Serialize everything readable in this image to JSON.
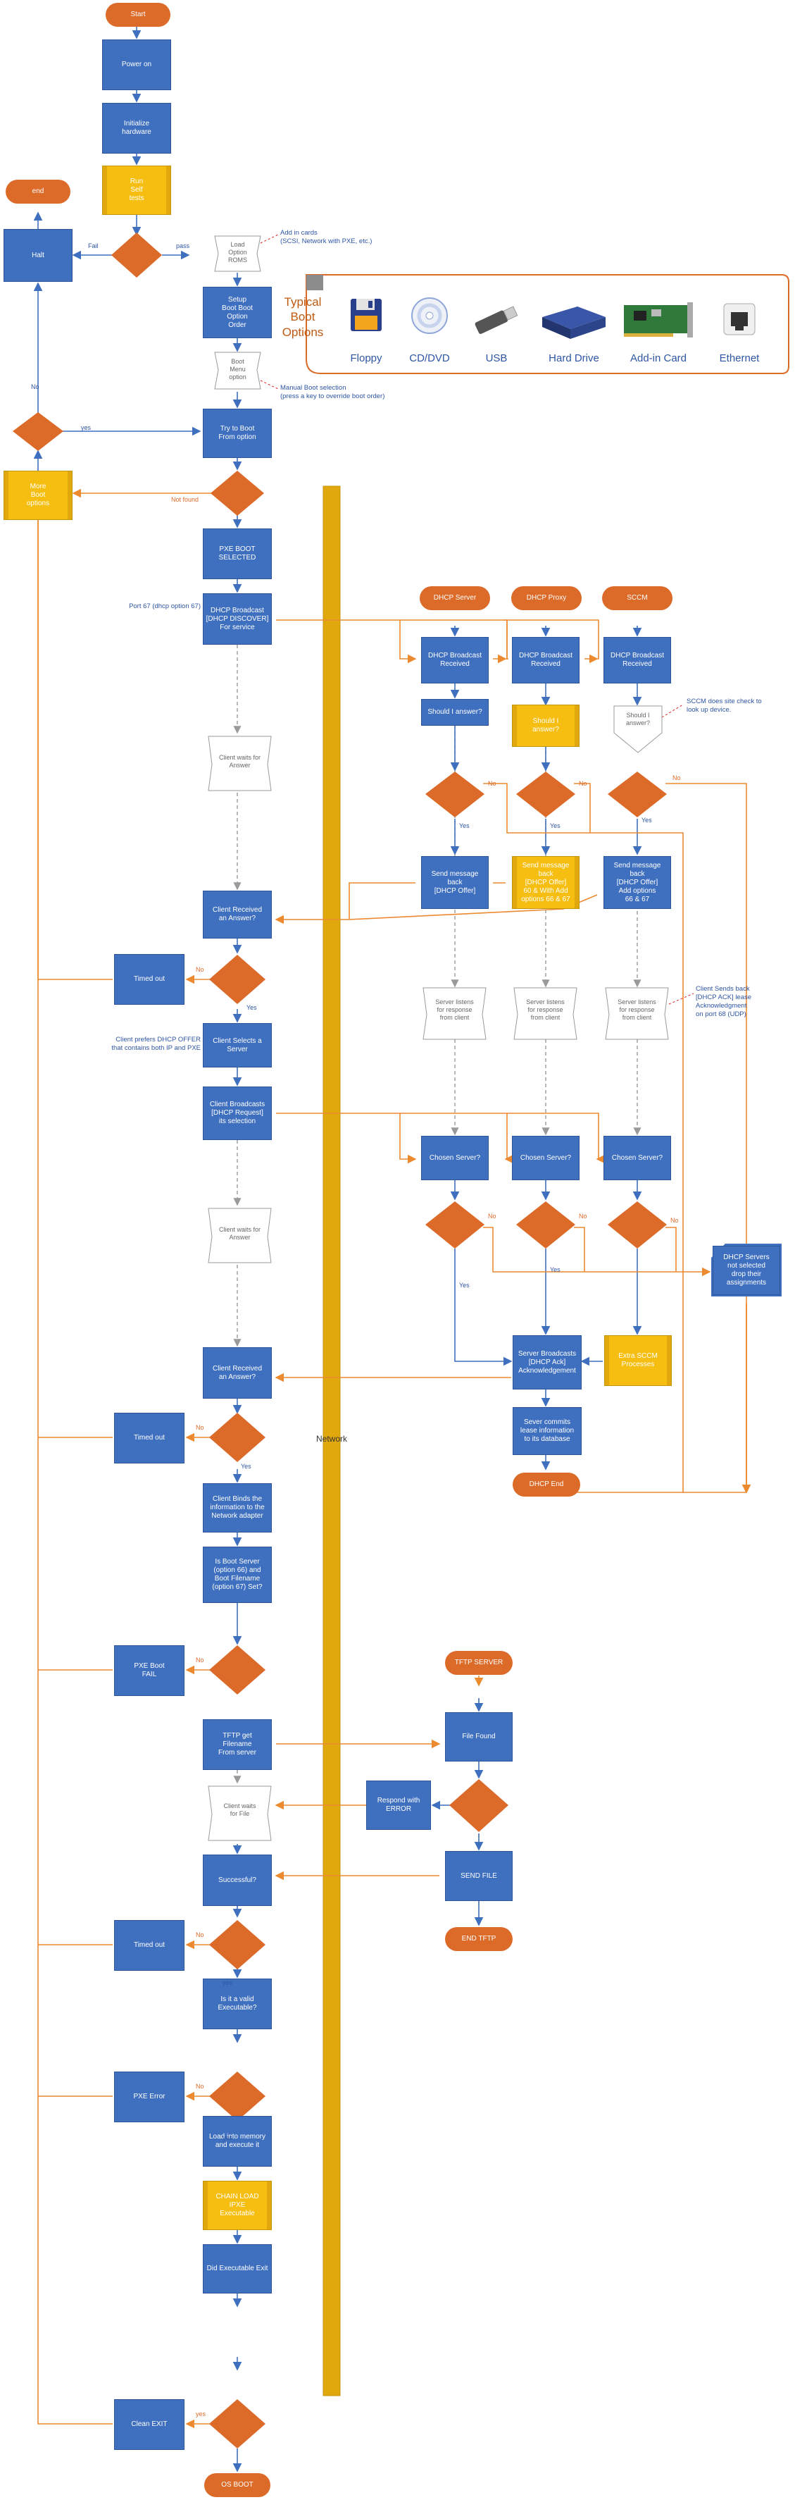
{
  "colors": {
    "blue": "#3f6fbf",
    "orange": "#dc6a28",
    "gold": "#f6be10",
    "line_blue": "#3f6fbf",
    "line_orange": "#ec8a30",
    "dash": "#9a9a9a"
  },
  "terms": {
    "start": "Start",
    "end": "end",
    "dhcp_end": "DHCP End",
    "end_tftp": "END TFTP",
    "os_boot": "OS BOOT",
    "dhcp_server": "DHCP Server",
    "dhcp_proxy": "DHCP Proxy",
    "sccm": "SCCM",
    "tftp_server": "TFTP SERVER"
  },
  "steps": {
    "power_on": "Power on",
    "init_hw": "Initialize\nhardware",
    "run_self_tests": "Run\nSelf\ntests",
    "halt": "Halt",
    "setup_boot": "Setup\nBoot Boot\nOption\nOrder",
    "try_boot": "Try to Boot\nFrom option",
    "more_boot": "More\nBoot\noptions",
    "pxe_selected": "PXE BOOT\nSELECTED",
    "dhcp_discover": "DHCP Broadcast\n[DHCP DISCOVER]\nFor service",
    "client_rcv1": "Client Received\nan Answer?",
    "timed_out1": "Timed out",
    "client_selects": "Client Selects a\nServer",
    "client_broadcasts": "Client Broadcasts\n[DHCP Request]\nits selection",
    "client_rcv2": "Client Received\nan Answer?",
    "timed_out2": "Timed out",
    "client_binds": "Client Binds the\ninformation to the\nNetwork adapter",
    "is_boot_server": "Is Boot Server\n(option 66) and\nBoot Filename\n(option 67) Set?",
    "pxe_boot_fail": "PXE Boot\nFAIL",
    "tftp_get": "TFTP get\nFilename\nFrom server",
    "successful": "Successful?",
    "timed_out3": "Timed out",
    "is_valid_exec": "Is it a valid\nExecutable?",
    "pxe_error": "PXE Error",
    "load_exec": "Load into memory\nand execute it",
    "chain_load": "CHAIN LOAD\nIPXE\nExecutable",
    "did_exec_exit": "Did Executable Exit",
    "clean_exit": "Clean EXIT",
    "srv_bcast_rcv": "DHCP Broadcast\nReceived",
    "prx_bcast_rcv": "DHCP Broadcast\nReceived",
    "sccm_bcast_rcv": "DHCP Broadcast\nReceived",
    "should_answer_srv": "Should I answer?",
    "should_answer_prx": "Should I\nanswer?",
    "send_offer_srv": "Send message back\n[DHCP Offer]",
    "send_offer_prx": "Send message back\n[DHCP Offer]\n60 & With Add\noptions 66 & 67",
    "send_offer_sccm": "Send message back\n[DHCP Offer]\nAdd options\n66 & 67",
    "chosen1": "Chosen Server?",
    "chosen2": "Chosen Server?",
    "chosen3": "Chosen Server?",
    "server_ack": "Server Broadcasts\n[DHCP Ack]\nAcknowledgement",
    "extra_sccm": "Extra SCCM\nProcesses",
    "server_commits": "Sever commits\nlease information\nto its database",
    "file_found": "File Found",
    "respond_error": "Respond with\nERROR",
    "send_file": "SEND FILE",
    "not_selected": "DHCP Servers\nnot selected\ndrop their\nassignments"
  },
  "docs": {
    "load_option": "Load\nOption\nROMS",
    "boot_menu": "Boot\nMenu\noption",
    "client_waits1": "Client waits for\nAnswer",
    "client_waits2": "Client waits for\nAnswer",
    "client_waits_file": "Client waits\nfor File",
    "srv_listens1": "Server listens\nfor response\nfrom client",
    "srv_listens2": "Server listens\nfor response\nfrom client",
    "srv_listens3": "Server listens\nfor response\nfrom client",
    "should_i_answer_sccm": "Should I\nanswer?"
  },
  "notes": {
    "add_in_cards": "Add in cards\n(SCSI, Network with PXE, etc.)",
    "manual_boot": "Manual Boot selection\n(press a key to override boot order)",
    "port67": "Port 67 (dhcp option 67)",
    "client_prefers": "Client prefers DHCP OFFER\nthat contains both IP and PXE",
    "sccm_check": "SCCM does site check to\nlook up device.",
    "client_sends_back": "Client Sends back\n[DHCP ACK] lease\nAcknowledgment\non port 68 (UDP)"
  },
  "labels": {
    "fail": "Fail",
    "pass": "pass",
    "no": "No",
    "yes": "yes",
    "Yes": "Yes",
    "not_found": "Not found"
  },
  "boot_options": {
    "title": "Typical\nBoot\nOptions",
    "devices": [
      {
        "label": "Floppy",
        "icon": "floppy-icon"
      },
      {
        "label": "CD/DVD",
        "icon": "cd-icon"
      },
      {
        "label": "USB",
        "icon": "usb-icon"
      },
      {
        "label": "Hard Drive",
        "icon": "hard-drive-icon"
      },
      {
        "label": "Add-in Card",
        "icon": "add-in-card-icon"
      },
      {
        "label": "Ethernet",
        "icon": "ethernet-icon"
      }
    ]
  },
  "network_label": "Network"
}
